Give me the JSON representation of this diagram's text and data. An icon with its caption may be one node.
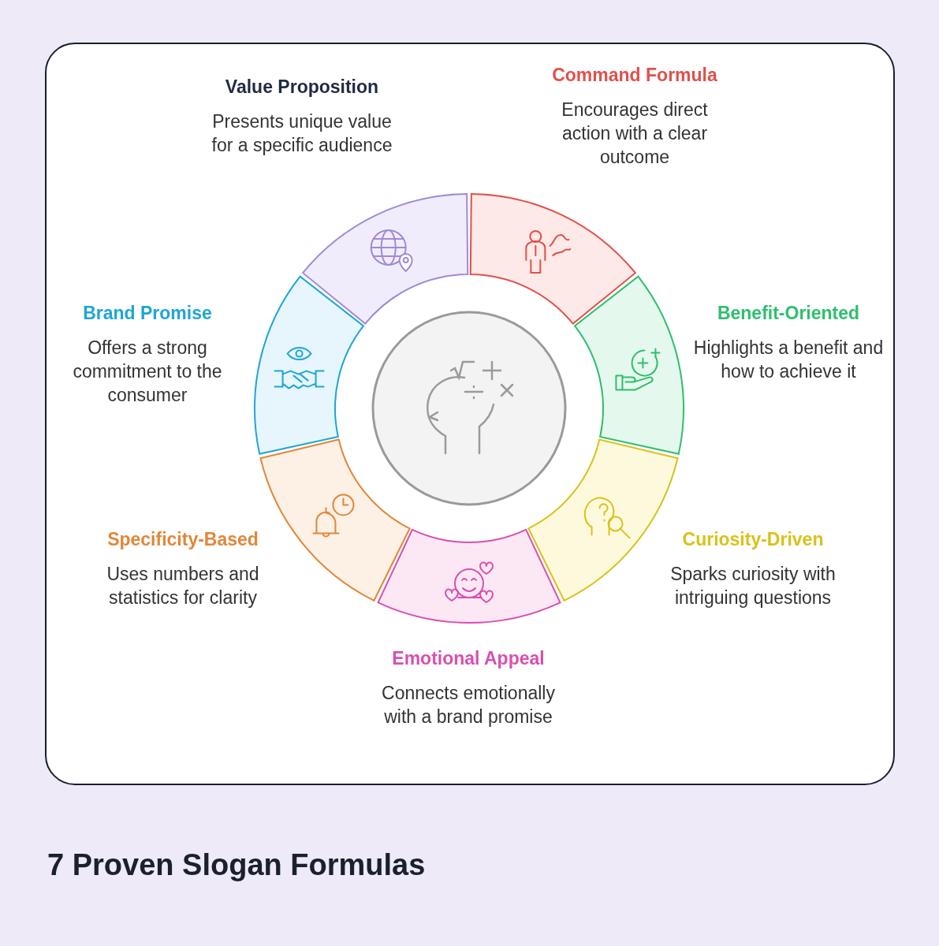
{
  "diagram": {
    "title": "7 Proven Slogan Formulas",
    "nodes": [
      {
        "text": [
          "Value Proposition",
          "Presents unique value for a specific audience"
        ]
      },
      {
        "text": [
          "Command Formula",
          "Encourages direct action with a clear outcome"
        ]
      },
      {
        "text": [
          "Brand Promise",
          "Offers a strong commitment to the consumer"
        ]
      },
      {
        "text": [
          "Benefit-Oriented",
          "Highlights a benefit and how to achieve it"
        ]
      },
      {
        "text": [],
        "shape": "circle"
      },
      {
        "text": [
          "Specificity-Based",
          "Uses numbers and statistics for clarity"
        ]
      },
      {
        "text": [
          "Curiosity-Driven",
          "Sparks curiosity with intriguing questions"
        ]
      },
      {
        "text": [
          "Emotional Appeal",
          "Connects emotionally with a brand promise"
        ]
      }
    ]
  }
}
